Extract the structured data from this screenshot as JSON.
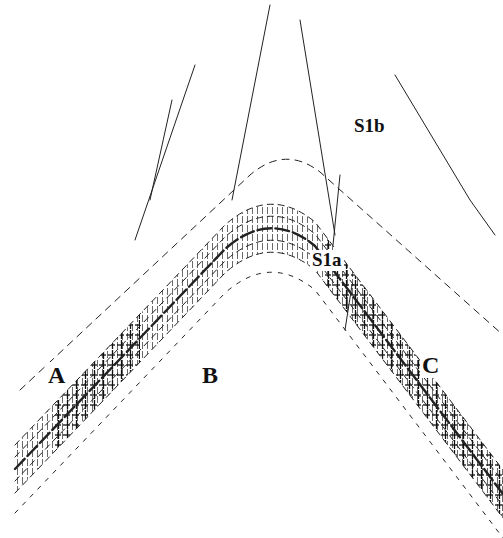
{
  "diagram": {
    "labels": [
      "A",
      "B",
      "C",
      "S1b",
      "S1a"
    ]
  }
}
